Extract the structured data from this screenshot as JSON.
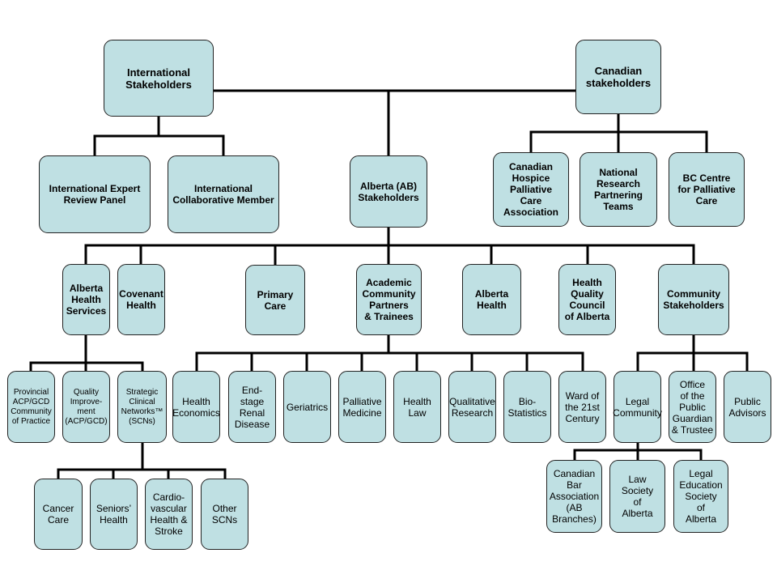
{
  "nodes": {
    "intl": {
      "label": "International\nStakeholders"
    },
    "canadian": {
      "label": "Canadian\nstakeholders"
    },
    "intl_review": {
      "label": "International Expert\nReview Panel"
    },
    "intl_collab": {
      "label": "International\nCollaborative Member"
    },
    "alberta": {
      "label": "Alberta (AB)\nStakeholders"
    },
    "chpca": {
      "label": "Canadian\nHospice\nPalliative\nCare\nAssociation"
    },
    "nrpt": {
      "label": "National\nResearch\nPartnering\nTeams"
    },
    "bccentre": {
      "label": "BC Centre\nfor Palliative\nCare"
    },
    "ahs": {
      "label": "Alberta\nHealth\nServices"
    },
    "covenant": {
      "label": "Covenant\nHealth"
    },
    "primary": {
      "label": "Primary\nCare"
    },
    "academic": {
      "label": "Academic\nCommunity\nPartners\n& Trainees"
    },
    "abhealth": {
      "label": "Alberta\nHealth"
    },
    "hqca": {
      "label": "Health\nQuality\nCouncil\nof Alberta"
    },
    "community": {
      "label": "Community\nStakeholders"
    },
    "provincial": {
      "label": "Provincial\nACP/GCD\nCommunity\nof Practice"
    },
    "quality": {
      "label": "Quality\nImprove-\nment\n(ACP/GCD)"
    },
    "scn": {
      "label": "Strategic\nClinical\nNetworks™\n(SCNs)"
    },
    "healthecon": {
      "label": "Health\nEconomics"
    },
    "esrd": {
      "label": "End-stage\nRenal\nDisease"
    },
    "geriatrics": {
      "label": "Geriatrics"
    },
    "palliative": {
      "label": "Palliative\nMedicine"
    },
    "healthlaw": {
      "label": "Health\nLaw"
    },
    "qualitative": {
      "label": "Qualitative\nResearch"
    },
    "biostats": {
      "label": "Bio-\nStatistics"
    },
    "ward": {
      "label": "Ward of\nthe 21st\nCentury"
    },
    "legal": {
      "label": "Legal\nCommunity"
    },
    "guardian": {
      "label": "Office\nof the\nPublic\nGuardian\n& Trustee"
    },
    "advisors": {
      "label": "Public\nAdvisors"
    },
    "cancer": {
      "label": "Cancer\nCare"
    },
    "seniors": {
      "label": "Seniors’\nHealth"
    },
    "cardio": {
      "label": "Cardio-\nvascular\nHealth &\nStroke"
    },
    "otherscn": {
      "label": "Other\nSCNs"
    },
    "cba": {
      "label": "Canadian\nBar\nAssociation\n(AB\nBranches)"
    },
    "lawsociety": {
      "label": "Law\nSociety\nof\nAlberta"
    },
    "legaledu": {
      "label": "Legal\nEducation\nSociety\nof\nAlberta"
    }
  },
  "colors": {
    "box_fill": "#bfe0e3",
    "box_stroke": "#222222",
    "connector": "#000000"
  }
}
